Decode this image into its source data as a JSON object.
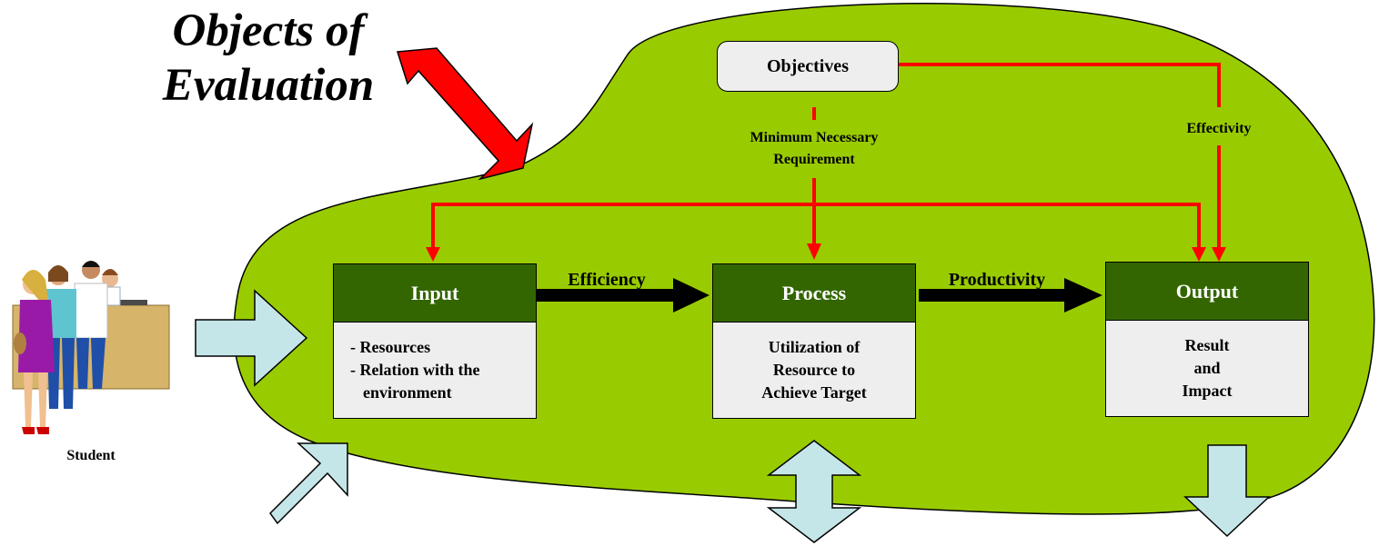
{
  "title": {
    "line1": "Objects of",
    "line2": "Evaluation"
  },
  "objectives": {
    "label": "Objectives"
  },
  "labels": {
    "minimum_line1": "Minimum Necessary",
    "minimum_line2": "Requirement",
    "effectivity": "Effectivity",
    "efficiency": "Efficiency",
    "productivity": "Productivity",
    "student": "Student"
  },
  "boxes": {
    "input": {
      "header": "Input",
      "lines": [
        "- Resources",
        "- Relation with the",
        "environment"
      ]
    },
    "process": {
      "header": "Process",
      "lines": [
        "Utilization of",
        "Resource to",
        "Achieve Target"
      ]
    },
    "output": {
      "header": "Output",
      "lines": [
        "Result",
        "and",
        "Impact"
      ]
    }
  },
  "colors": {
    "blob": "#99cc00",
    "box_header": "#336600",
    "box_body": "#eeeeee",
    "red_lines": "#ff0000",
    "flow_arrows": "#000000",
    "external_arrows": "#c5e6e8",
    "pointer_arrow": "#ff0000"
  },
  "icons": {
    "student_illustration": "people-queue-at-counter",
    "pointer": "red-arrow"
  }
}
